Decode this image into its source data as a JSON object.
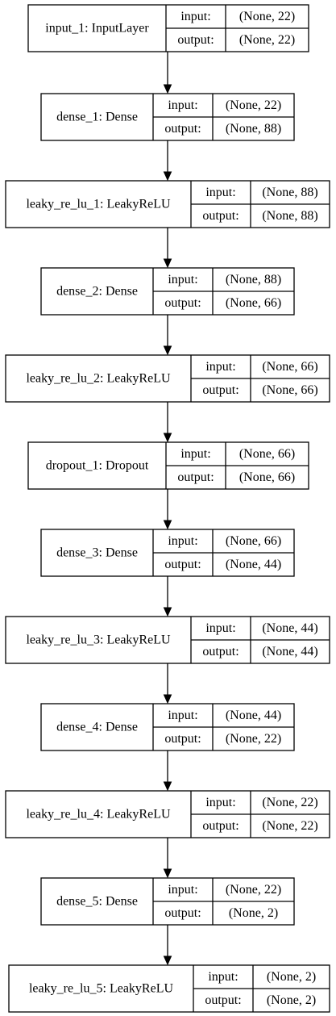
{
  "diagram": {
    "type": "keras-model-plot",
    "layers": [
      {
        "label": "input_1: InputLayer",
        "input_label": "input:",
        "output_label": "output:",
        "input_shape": "(None, 22)",
        "output_shape": "(None, 22)"
      },
      {
        "label": "dense_1: Dense",
        "input_label": "input:",
        "output_label": "output:",
        "input_shape": "(None, 22)",
        "output_shape": "(None, 88)"
      },
      {
        "label": "leaky_re_lu_1: LeakyReLU",
        "input_label": "input:",
        "output_label": "output:",
        "input_shape": "(None, 88)",
        "output_shape": "(None, 88)"
      },
      {
        "label": "dense_2: Dense",
        "input_label": "input:",
        "output_label": "output:",
        "input_shape": "(None, 88)",
        "output_shape": "(None, 66)"
      },
      {
        "label": "leaky_re_lu_2: LeakyReLU",
        "input_label": "input:",
        "output_label": "output:",
        "input_shape": "(None, 66)",
        "output_shape": "(None, 66)"
      },
      {
        "label": "dropout_1: Dropout",
        "input_label": "input:",
        "output_label": "output:",
        "input_shape": "(None, 66)",
        "output_shape": "(None, 66)"
      },
      {
        "label": "dense_3: Dense",
        "input_label": "input:",
        "output_label": "output:",
        "input_shape": "(None, 66)",
        "output_shape": "(None, 44)"
      },
      {
        "label": "leaky_re_lu_3: LeakyReLU",
        "input_label": "input:",
        "output_label": "output:",
        "input_shape": "(None, 44)",
        "output_shape": "(None, 44)"
      },
      {
        "label": "dense_4: Dense",
        "input_label": "input:",
        "output_label": "output:",
        "input_shape": "(None, 44)",
        "output_shape": "(None, 22)"
      },
      {
        "label": "leaky_re_lu_4: LeakyReLU",
        "input_label": "input:",
        "output_label": "output:",
        "input_shape": "(None, 22)",
        "output_shape": "(None, 22)"
      },
      {
        "label": "dense_5: Dense",
        "input_label": "input:",
        "output_label": "output:",
        "input_shape": "(None, 22)",
        "output_shape": "(None, 2)"
      },
      {
        "label": "leaky_re_lu_5: LeakyReLU",
        "input_label": "input:",
        "output_label": "output:",
        "input_shape": "(None, 2)",
        "output_shape": "(None, 2)"
      }
    ],
    "edges": [
      {
        "from": 0,
        "to": 1
      },
      {
        "from": 1,
        "to": 2
      },
      {
        "from": 2,
        "to": 3
      },
      {
        "from": 3,
        "to": 4
      },
      {
        "from": 4,
        "to": 5
      },
      {
        "from": 5,
        "to": 6
      },
      {
        "from": 6,
        "to": 7
      },
      {
        "from": 7,
        "to": 8
      },
      {
        "from": 8,
        "to": 9
      },
      {
        "from": 9,
        "to": 10
      },
      {
        "from": 10,
        "to": 11
      }
    ],
    "colors": {
      "stroke": "#000000",
      "fill": "#ffffff",
      "text": "#000000"
    }
  }
}
